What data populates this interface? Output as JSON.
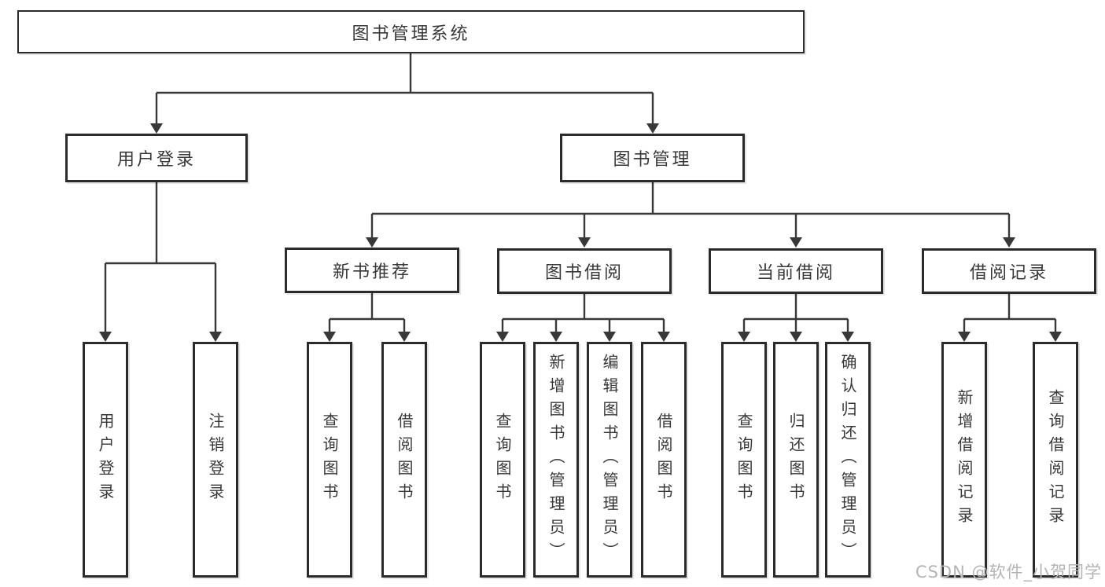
{
  "diagram": {
    "tree": {
      "root": "图书管理系统",
      "children": [
        {
          "label": "用户登录",
          "children": [
            "用户登录",
            "注销登录"
          ]
        },
        {
          "label": "图书管理",
          "children": [
            {
              "label": "新书推荐",
              "children": [
                "查询图书",
                "借阅图书"
              ]
            },
            {
              "label": "图书借阅",
              "children": [
                "查询图书",
                "新增图书（管理员）",
                "编辑图书（管理员）",
                "借阅图书"
              ]
            },
            {
              "label": "当前借阅",
              "children": [
                "查询图书",
                "归还图书",
                "确认归还（管理员）"
              ]
            },
            {
              "label": "借阅记录",
              "children": [
                "新增借阅记录",
                "查询借阅记录"
              ]
            }
          ]
        }
      ]
    },
    "colors": {
      "line": "#383838",
      "box_border": "#2b2b2b",
      "box_bg": "#ffffff",
      "text": "#383838",
      "watermark": "#b4b4b4"
    },
    "watermark": {
      "text": "CSDN @软件_小贺同学"
    }
  }
}
